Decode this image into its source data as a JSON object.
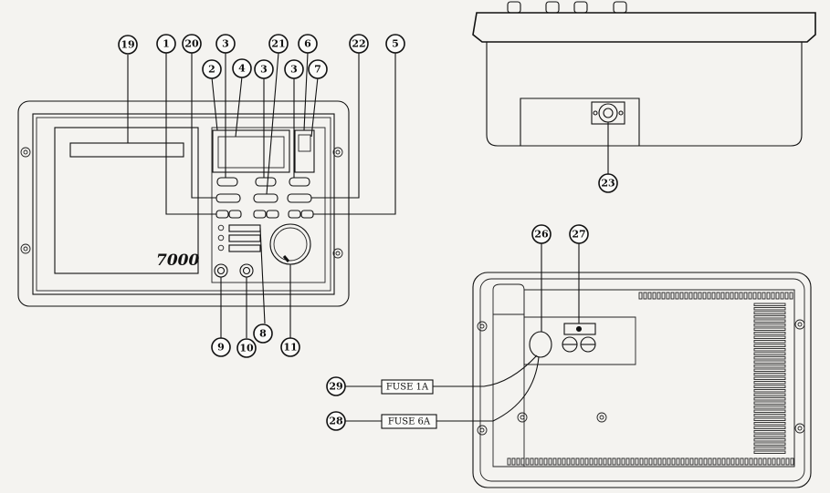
{
  "model_label": "7000",
  "callouts": [
    "19",
    "1",
    "20",
    "3",
    "21",
    "6",
    "22",
    "5",
    "2",
    "4",
    "3",
    "3",
    "7",
    "23",
    "26",
    "27",
    "29",
    "28",
    "9",
    "10",
    "8",
    "11"
  ],
  "fuses": {
    "small": "FUSE 1A",
    "large": "FUSE 6A"
  }
}
